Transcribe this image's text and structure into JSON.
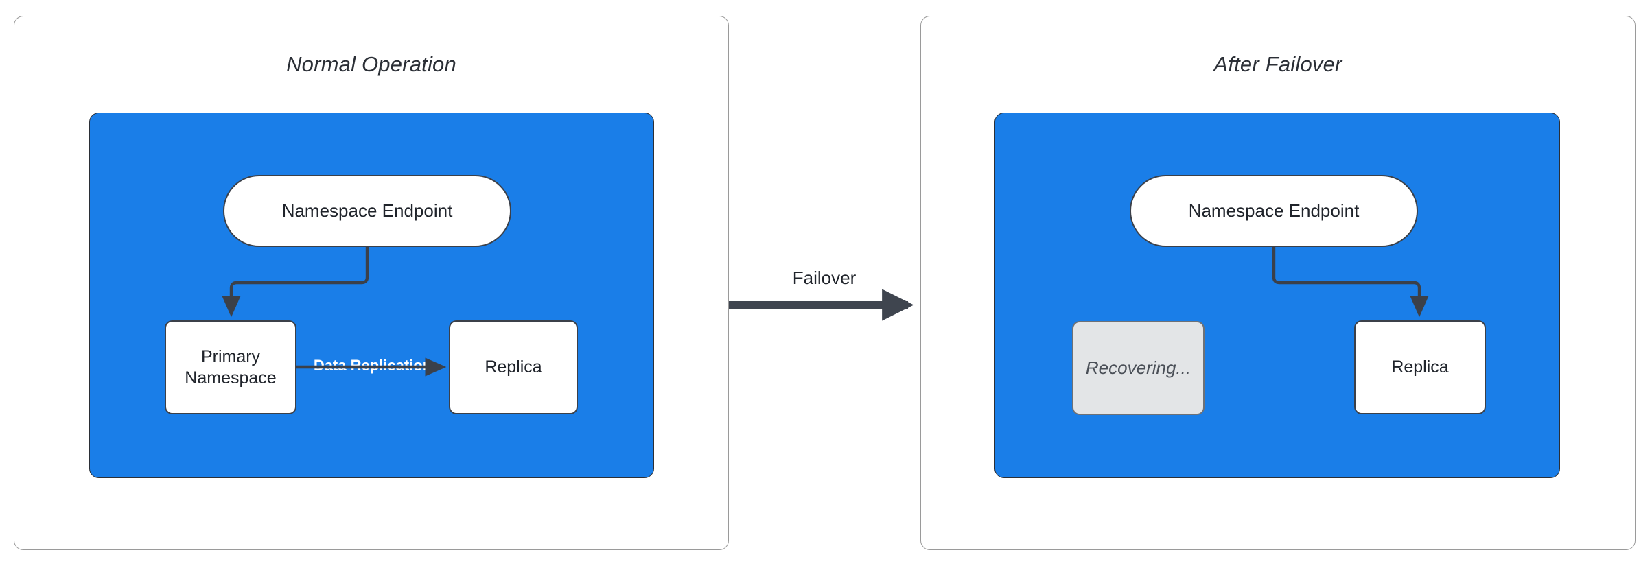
{
  "diagram": {
    "title_left": "Normal Operation",
    "title_right": "After Failover",
    "transition_label": "Failover",
    "colors": {
      "zone_blue": "#1a7ee8",
      "stroke_dark": "#3b4049",
      "panel_border": "#9a9a9a",
      "ghost_fill": "#e3e5e7",
      "text_dark": "#20242b",
      "label_white": "#ffffff"
    }
  },
  "left_panel": {
    "title": "Normal Operation",
    "nodes": {
      "endpoint": "Namespace Endpoint",
      "primary": "Primary\nNamespace",
      "primary_line1": "Primary",
      "primary_line2": "Namespace",
      "replica": "Replica"
    },
    "edges": {
      "endpoint_to_primary": "",
      "replication": "Data Replication"
    }
  },
  "right_panel": {
    "title": "After Failover",
    "nodes": {
      "endpoint": "Namespace Endpoint",
      "recovering": "Recovering...",
      "replica": "Replica"
    },
    "edges": {
      "endpoint_to_replica": ""
    }
  }
}
